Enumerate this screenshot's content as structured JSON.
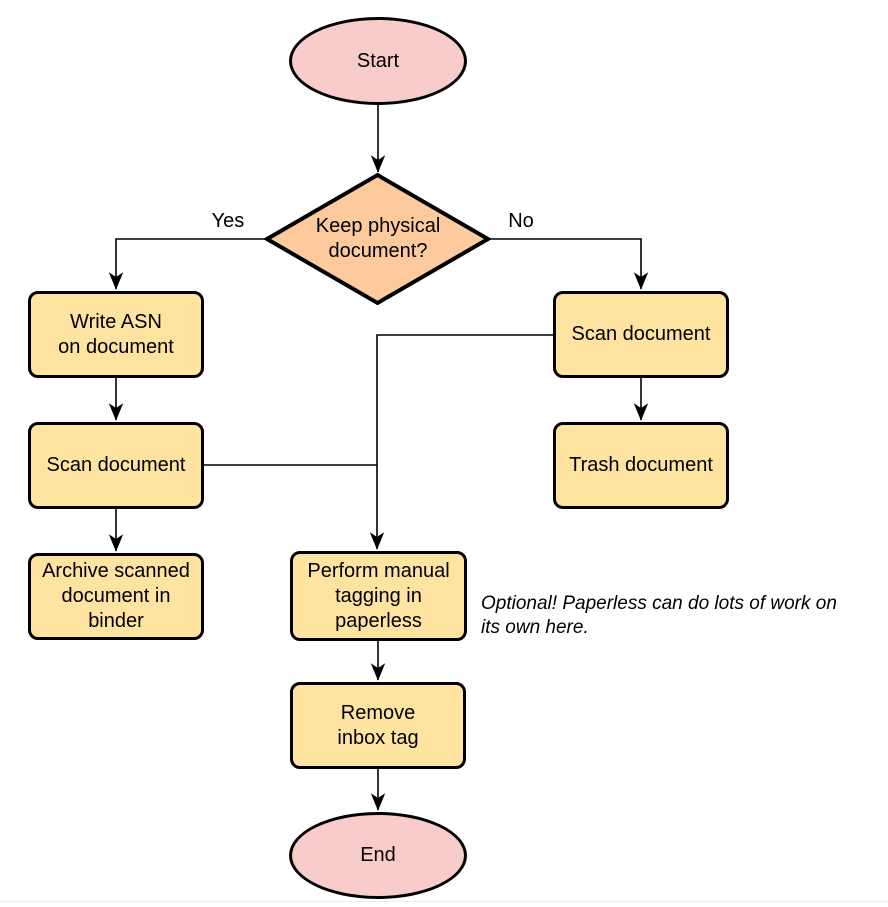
{
  "diagram": {
    "type": "flowchart",
    "nodes": {
      "start": {
        "label": "Start",
        "shape": "terminator"
      },
      "decision": {
        "label": "Keep physical\ndocument?",
        "shape": "decision"
      },
      "write_asn": {
        "label": "Write ASN\non document",
        "shape": "process"
      },
      "scan_left": {
        "label": "Scan document",
        "shape": "process"
      },
      "archive": {
        "label": "Archive scanned\ndocument in\nbinder",
        "shape": "process"
      },
      "scan_right": {
        "label": "Scan document",
        "shape": "process"
      },
      "trash": {
        "label": "Trash document",
        "shape": "process"
      },
      "tagging": {
        "label": "Perform manual\ntagging in\npaperless",
        "shape": "process"
      },
      "remove_inbox": {
        "label": "Remove\ninbox tag",
        "shape": "process"
      },
      "end": {
        "label": "End",
        "shape": "terminator"
      }
    },
    "edge_labels": {
      "yes": "Yes",
      "no": "No"
    },
    "annotation": "Optional! Paperless can do lots of work on\nits own here.",
    "edges": [
      "start -> decision",
      "decision -Yes-> write_asn",
      "decision -No-> scan_right",
      "write_asn -> scan_left",
      "scan_left -> archive",
      "scan_left -> tagging",
      "scan_right -> trash",
      "scan_right -> tagging",
      "tagging -> remove_inbox",
      "remove_inbox -> end"
    ],
    "colors": {
      "terminator_fill": "#F9CCCC",
      "decision_fill": "#FCCA9C",
      "process_fill": "#FFE3A0",
      "stroke": "#000000",
      "divider": "#ECECEC",
      "background": "#FFFFFF"
    }
  }
}
